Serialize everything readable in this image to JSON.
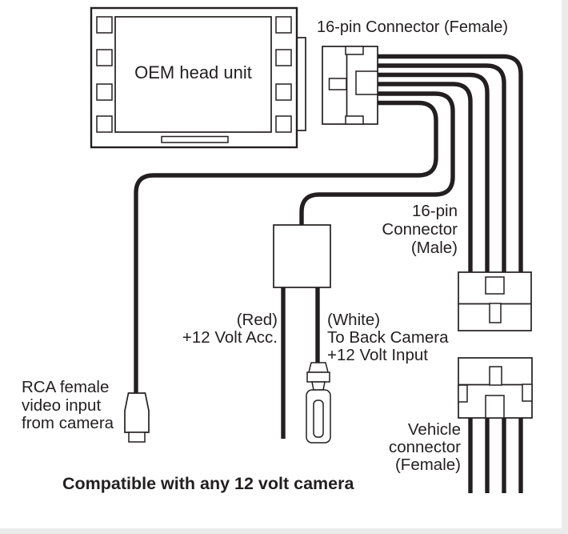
{
  "colors": {
    "line": "#231f20",
    "background": "#ffffff",
    "page_edge": "#ebebeb"
  },
  "head_unit": {
    "label": "OEM head unit"
  },
  "female_connector": {
    "label": "16-pin Connector (Female)"
  },
  "male_connector": {
    "lines": [
      "16-pin",
      "Connector",
      "(Male)"
    ]
  },
  "vehicle_connector": {
    "lines": [
      "Vehicle",
      "connector",
      "(Female)"
    ]
  },
  "red_wire": {
    "lines": [
      "(Red)",
      "+12 Volt Acc."
    ]
  },
  "white_wire": {
    "lines": [
      "(White)",
      "To Back Camera",
      "+12 Volt Input"
    ]
  },
  "rca_jack": {
    "lines": [
      "RCA female",
      "video input",
      "from camera"
    ]
  },
  "footer": {
    "label": "Compatible with any 12 volt camera"
  }
}
